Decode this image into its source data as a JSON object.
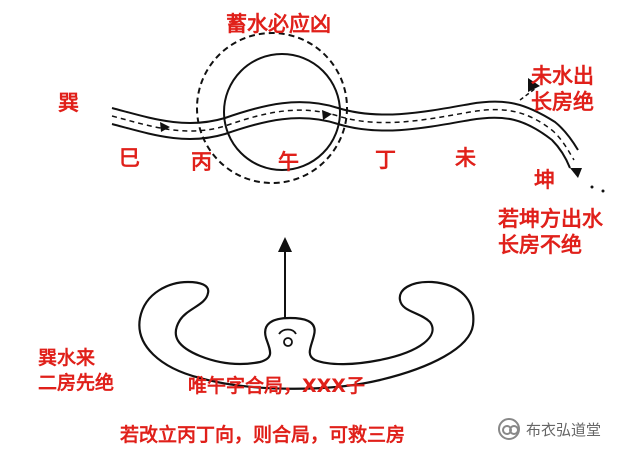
{
  "diagram": {
    "water_labels": {
      "top_warning": "蓄水必应凶",
      "xun_direction": "巽",
      "wei_outflow": "未水出\n长房绝",
      "kun_direction": "坤",
      "kun_outflow": "若坤方出水\n长房不绝"
    },
    "directions": [
      "巳",
      "丙",
      "午",
      "丁",
      "未"
    ],
    "house_labels": {
      "xun_inflow": "巽水来\n二房先绝",
      "wu_only": "唯午字合局，XXX子",
      "remedy": "若改立丙丁向，则合局，可救三房"
    },
    "colors": {
      "label": "#e0201a",
      "line": "#111111"
    }
  },
  "watermark": {
    "icon": "wechat-icon",
    "text": "布衣弘道堂"
  }
}
